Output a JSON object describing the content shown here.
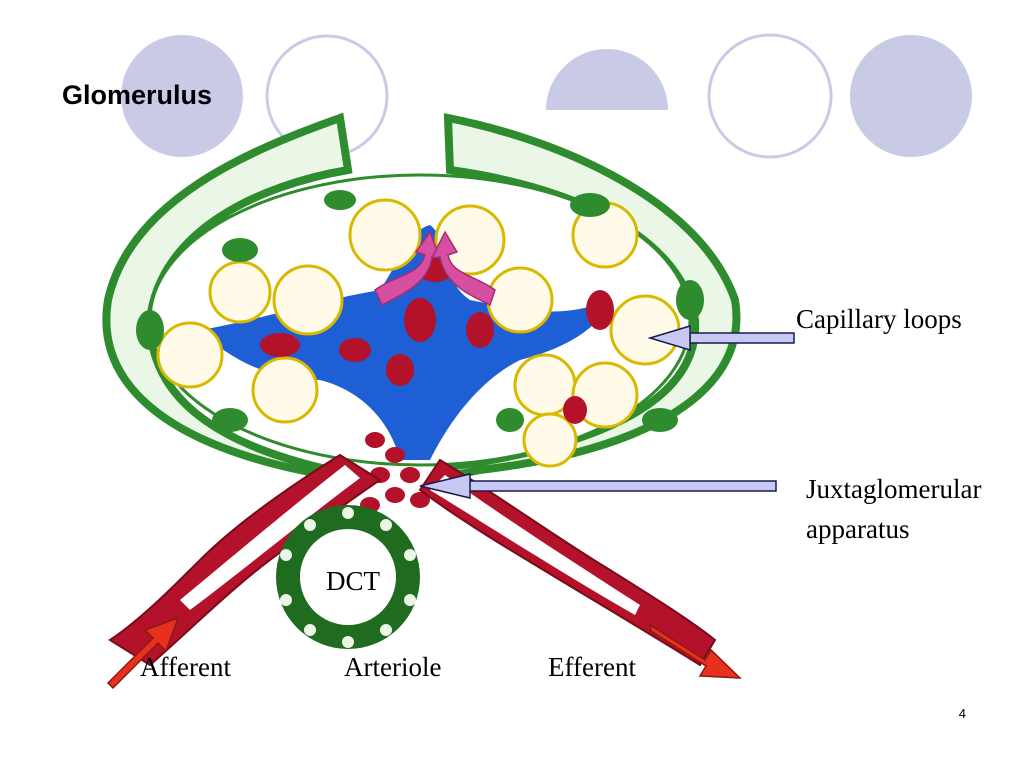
{
  "slide": {
    "title": "Glomerulus",
    "page_number": "4"
  },
  "labels": {
    "capillary_loops": "Capillary loops",
    "juxtaglomerular_line1": "Juxtaglomerular",
    "juxtaglomerular_line2": "apparatus",
    "dct": "DCT",
    "afferent": "Afferent",
    "arteriole": "Arteriole",
    "efferent": "Efferent"
  },
  "colors": {
    "decor_circle_fill": "#c9cbe6",
    "decor_circle_stroke": "#c9cbe6",
    "capsule_green": "#2e8b2e",
    "capillary_blue": "#1f5fd6",
    "blood_red": "#b3122a",
    "pointer_fill": "#c8c8f4",
    "flow_arrow_red": "#e8301f",
    "flow_arrow_pink": "#d64fa0"
  }
}
